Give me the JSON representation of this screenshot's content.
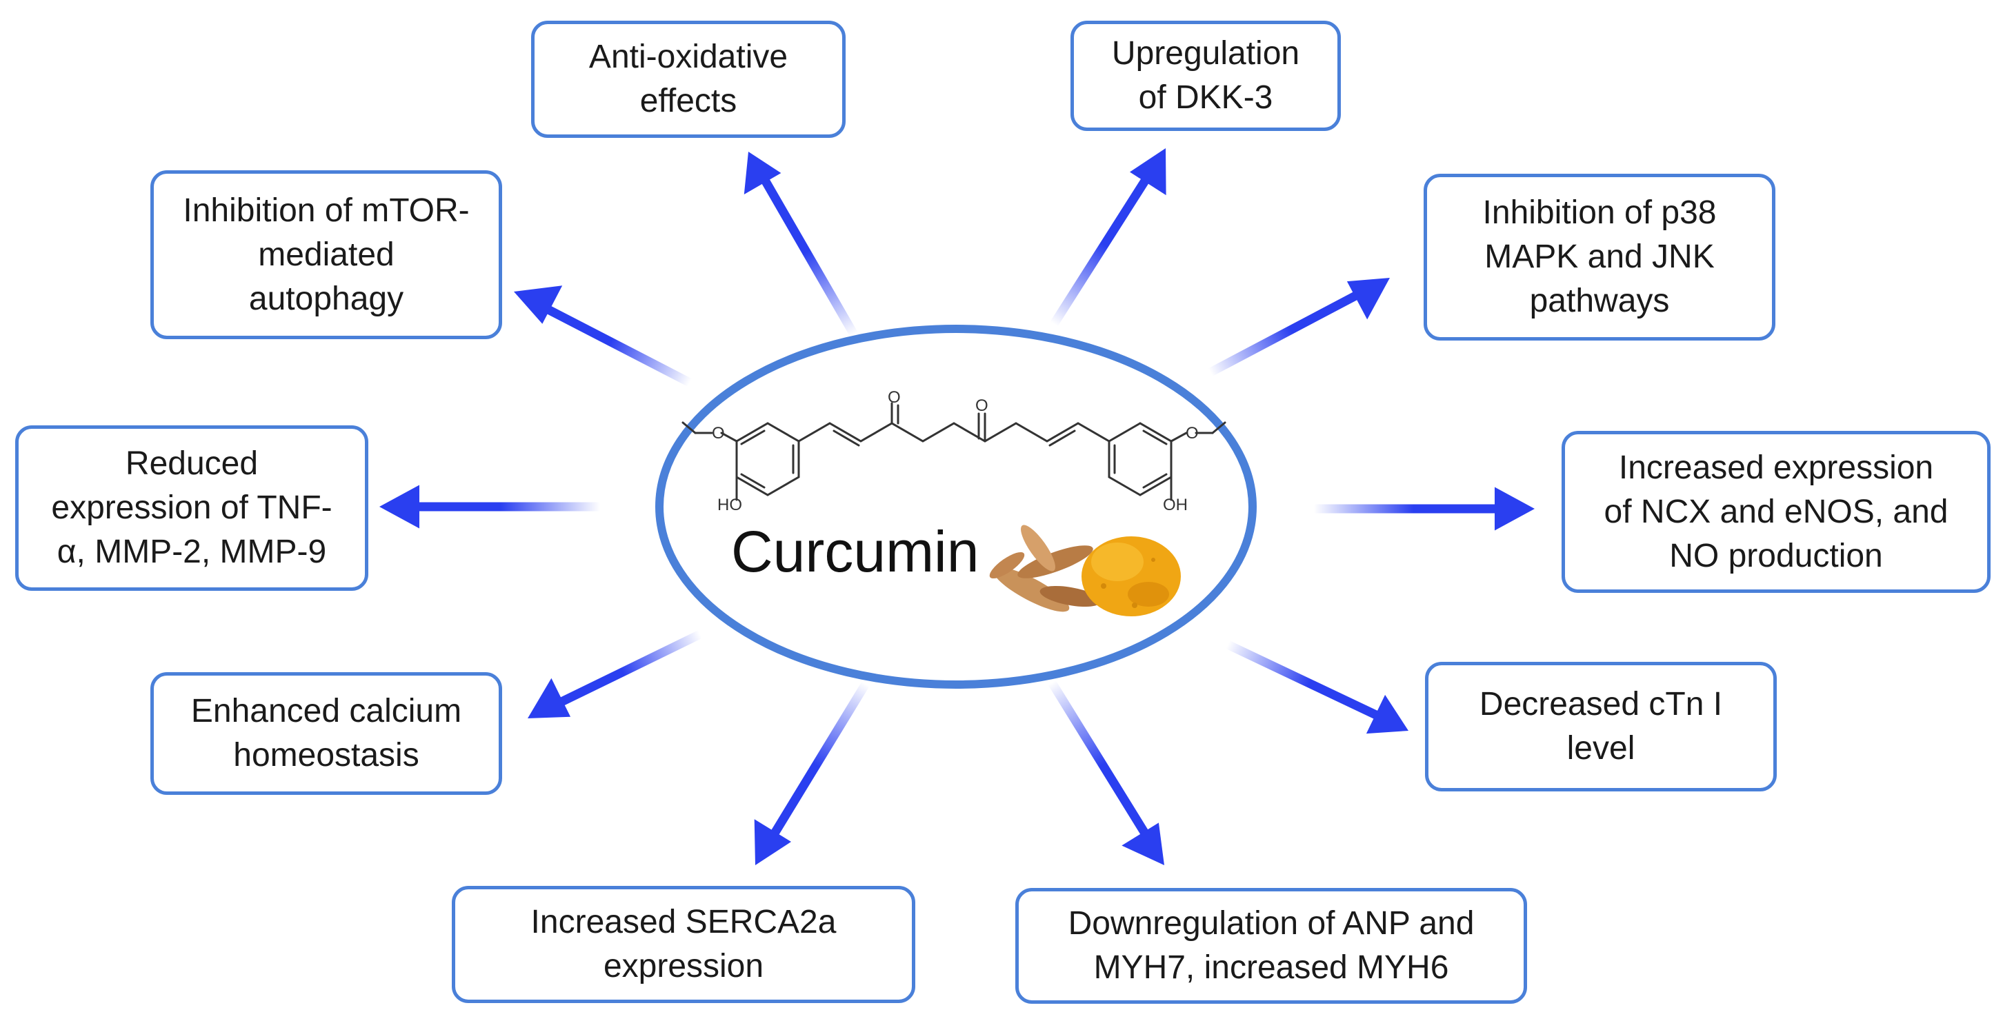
{
  "center": {
    "label": "Curcumin"
  },
  "structure": {
    "o_left": "O",
    "o_right": "O",
    "oh_left": "HO",
    "oh_right": "OH"
  },
  "effects": [
    {
      "id": "anti-oxidative",
      "text": "Anti-oxidative\neffects"
    },
    {
      "id": "dkk3",
      "text": "Upregulation\nof DKK-3"
    },
    {
      "id": "mtor",
      "text": "Inhibition of mTOR-\nmediated\nautophagy"
    },
    {
      "id": "p38",
      "text": "Inhibition of p38\nMAPK and JNK\npathways"
    },
    {
      "id": "tnf",
      "text": "Reduced\nexpression of TNF-\nα, MMP-2, MMP-9"
    },
    {
      "id": "ncx",
      "text": "Increased expression\nof NCX and eNOS, and\nNO production"
    },
    {
      "id": "calcium",
      "text": "Enhanced calcium\nhomeostasis"
    },
    {
      "id": "ctni",
      "text": "Decreased cTn I\nlevel"
    },
    {
      "id": "serca",
      "text": "Increased SERCA2a\nexpression"
    },
    {
      "id": "anp",
      "text": "Downregulation of ANP and\nMYH7, increased MYH6"
    }
  ],
  "colors": {
    "arrow": "#2a3ff0",
    "border": "#4a80d9",
    "ellipse": "#4a80d9",
    "turmeric": "#f0a614",
    "root": "#c9925a"
  }
}
